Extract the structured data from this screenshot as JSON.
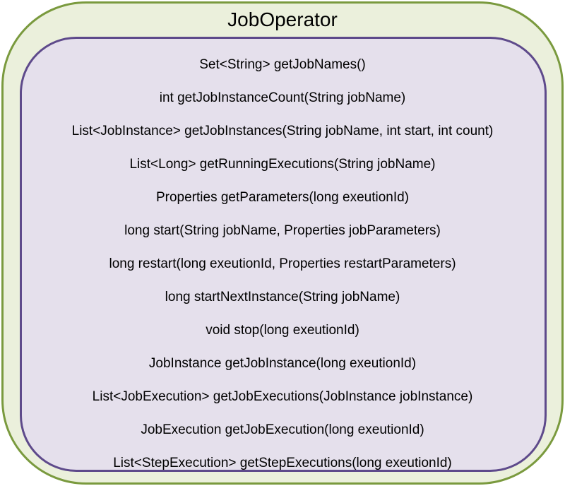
{
  "diagram": {
    "title": "JobOperator",
    "methods": [
      "Set<String> getJobNames()",
      "int getJobInstanceCount(String jobName)",
      "List<JobInstance> getJobInstances(String jobName, int start, int count)",
      "List<Long> getRunningExecutions(String jobName)",
      "Properties getParameters(long exeutionId)",
      "long start(String jobName, Properties jobParameters)",
      "long restart(long exeutionId, Properties restartParameters)",
      "long startNextInstance(String jobName)",
      "void stop(long exeutionId)",
      "JobInstance getJobInstance(long exeutionId)",
      "List<JobExecution> getJobExecutions(JobInstance jobInstance)",
      "JobExecution getJobExecution(long exeutionId)",
      "List<StepExecution> getStepExecutions(long exeutionId)"
    ],
    "colors": {
      "outer_fill": "#ebf0dc",
      "outer_border": "#7a9a3e",
      "inner_fill": "#e5e0ec",
      "inner_border": "#5e4a8b"
    }
  }
}
